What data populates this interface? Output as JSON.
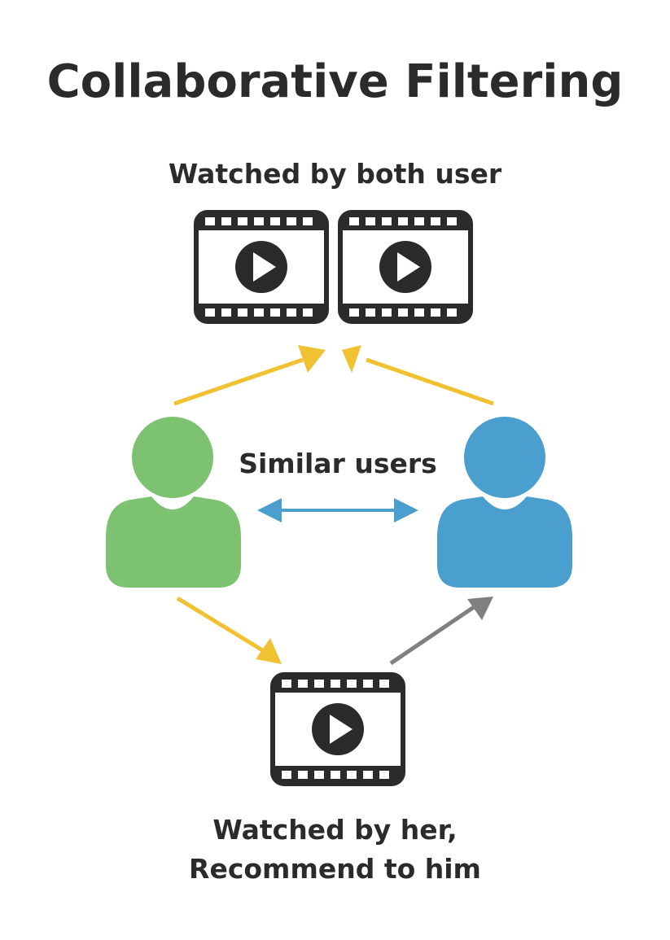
{
  "title": "Collaborative Filtering",
  "labels": {
    "watched_both": "Watched by both user",
    "similar_users": "Similar users",
    "watched_her_line1": "Watched by her,",
    "watched_her_line2": "Recommend to him"
  },
  "colors": {
    "text": "#2b2b2b",
    "user_left": "#7dc271",
    "user_right": "#4a9fce",
    "arrow_yellow": "#f0c232",
    "arrow_blue": "#4a9fce",
    "arrow_gray": "#808080",
    "film": "#2b2b2b"
  },
  "icons": [
    "film-icon",
    "play-icon",
    "user-icon"
  ]
}
